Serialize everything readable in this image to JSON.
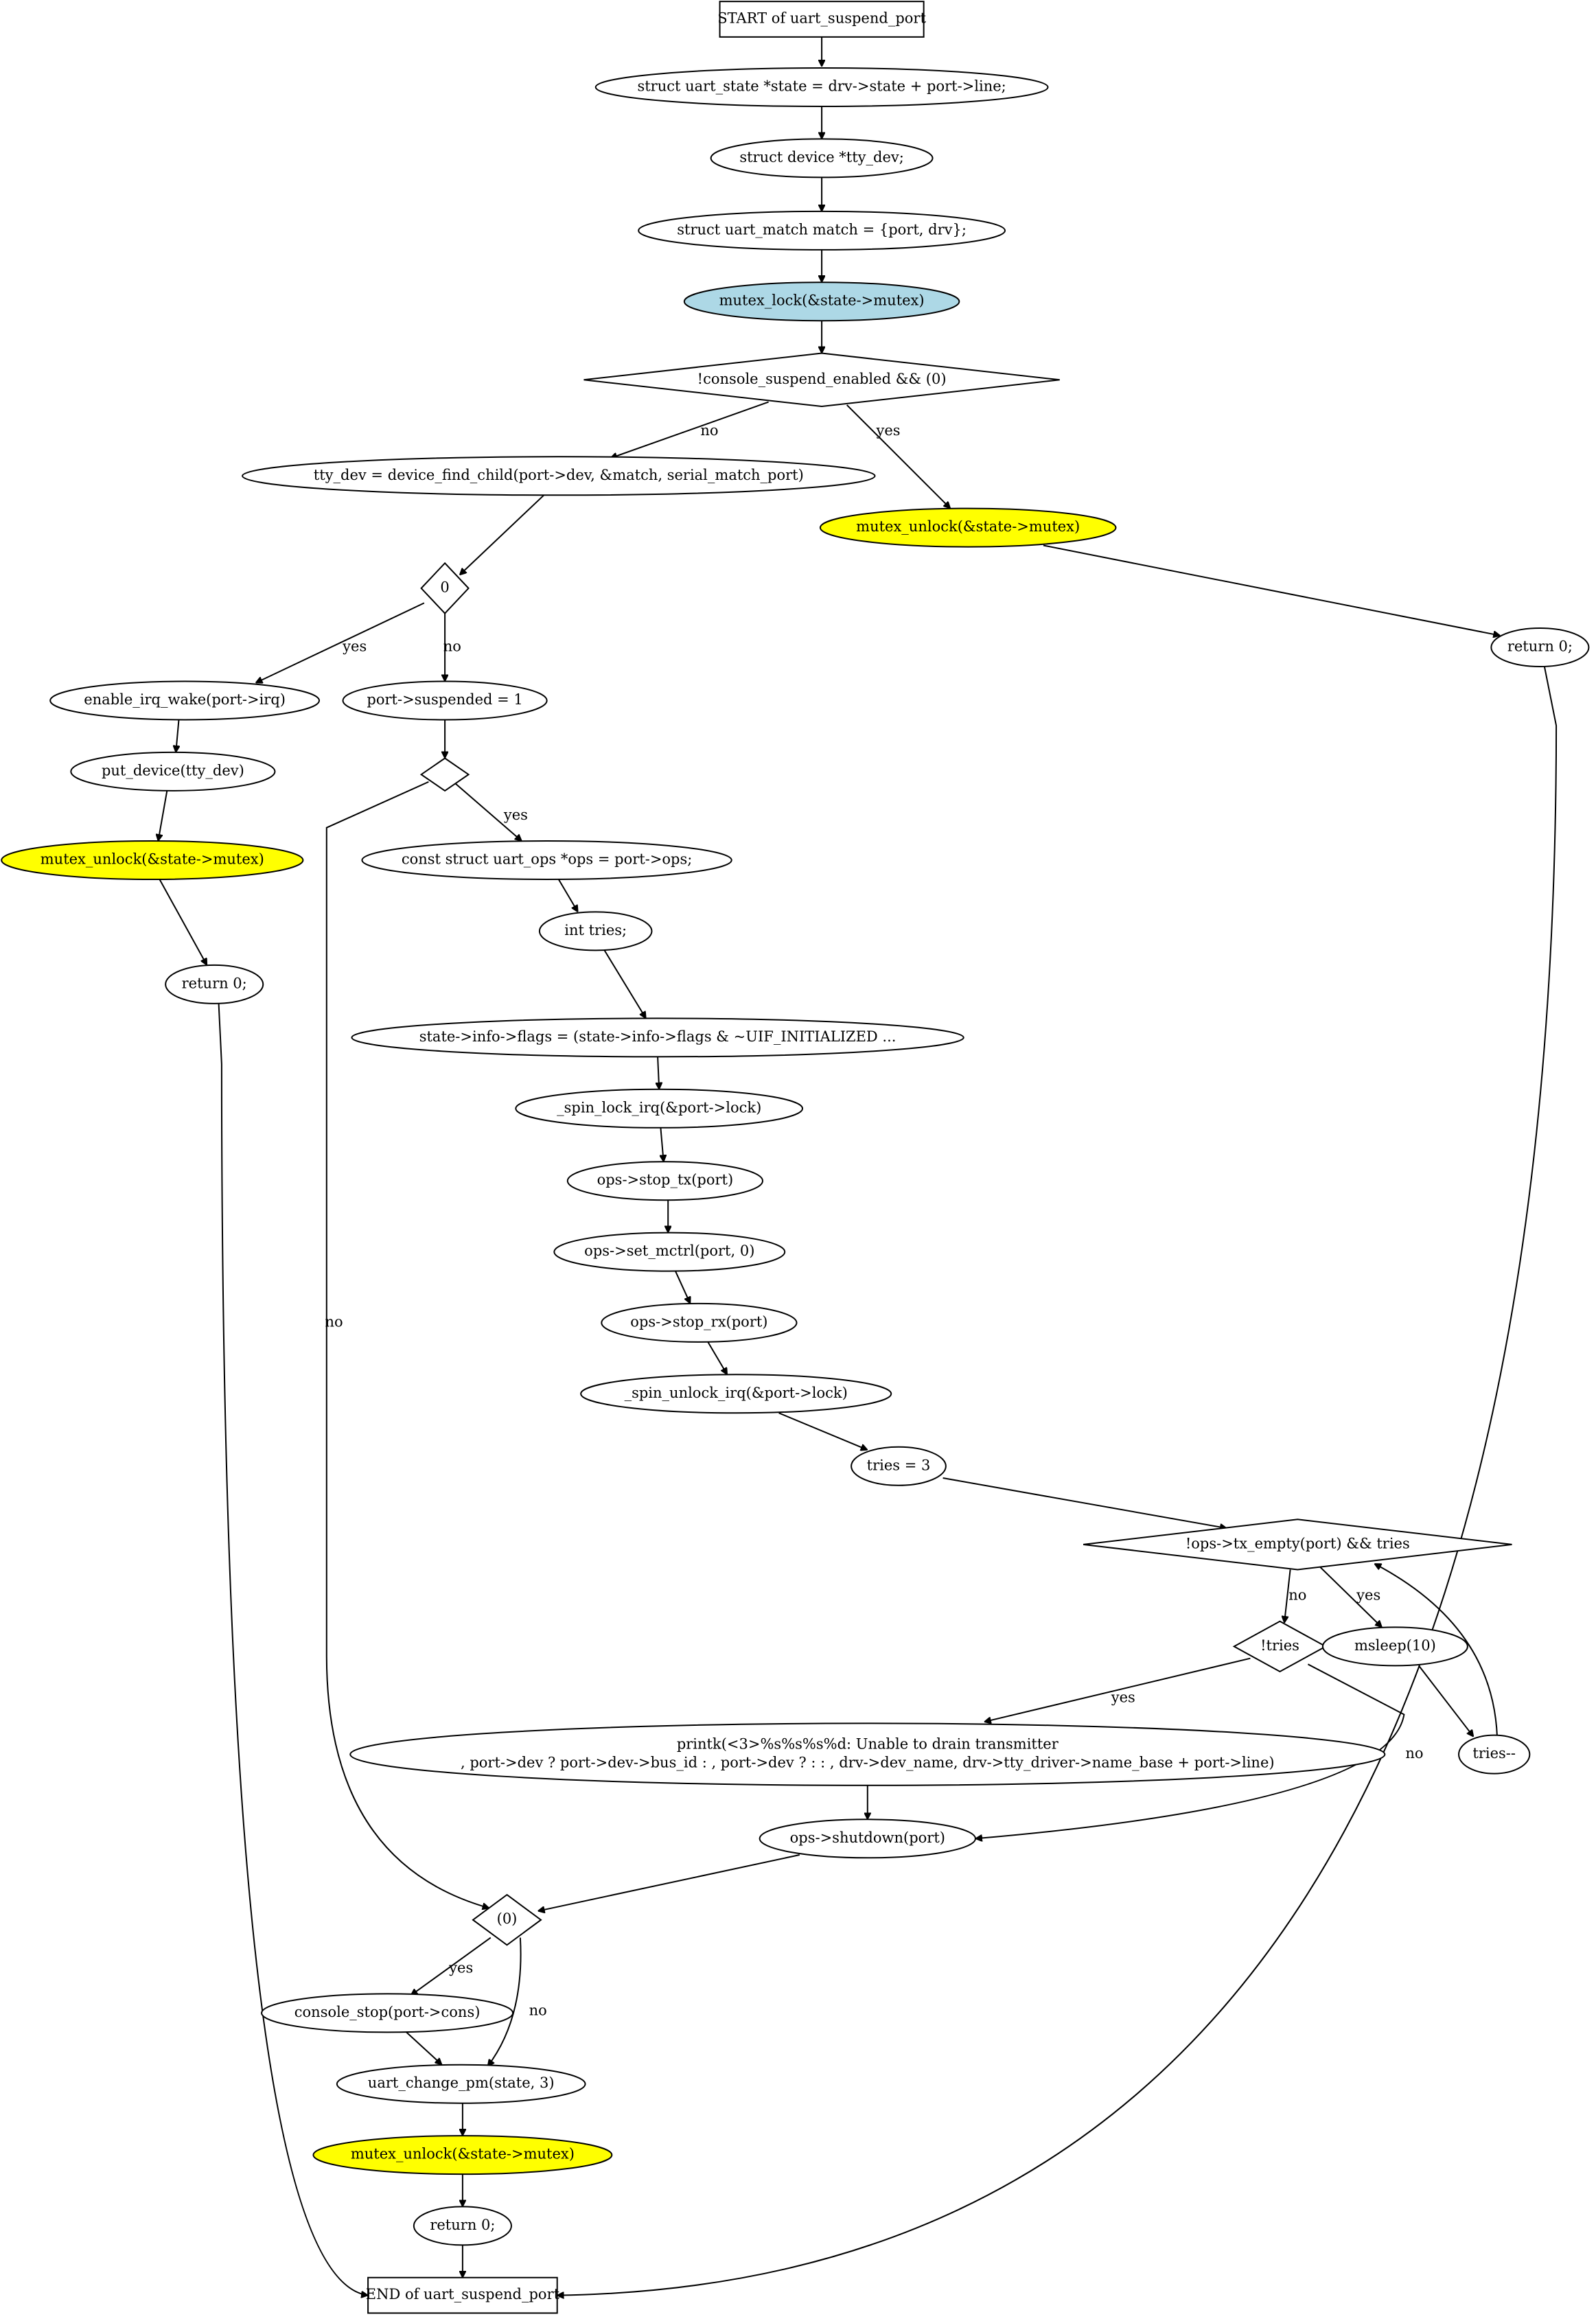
{
  "nodes": [
    {
      "id": "start",
      "shape": "box",
      "label": "START of uart_suspend_port"
    },
    {
      "id": "n1",
      "shape": "ellipse",
      "label": "struct uart_state *state = drv->state + port->line;"
    },
    {
      "id": "n2",
      "shape": "ellipse",
      "label": "struct device *tty_dev;"
    },
    {
      "id": "n3",
      "shape": "ellipse",
      "label": "struct uart_match match = {port, drv};"
    },
    {
      "id": "n4",
      "shape": "ellipse",
      "label": "mutex_lock(&state->mutex)",
      "fill": "#add8e6"
    },
    {
      "id": "d1",
      "shape": "diamond",
      "label": "!console_suspend_enabled && (0)"
    },
    {
      "id": "n5",
      "shape": "ellipse",
      "label": "tty_dev = device_find_child(port->dev, &match, serial_match_port)"
    },
    {
      "id": "n6",
      "shape": "ellipse",
      "label": "mutex_unlock(&state->mutex)",
      "fill": "#ffff00"
    },
    {
      "id": "d2",
      "shape": "diamond",
      "label": "0"
    },
    {
      "id": "r1",
      "shape": "ellipse",
      "label": "return 0;"
    },
    {
      "id": "n7",
      "shape": "ellipse",
      "label": "enable_irq_wake(port->irq)"
    },
    {
      "id": "n8",
      "shape": "ellipse",
      "label": "port->suspended = 1"
    },
    {
      "id": "n9",
      "shape": "ellipse",
      "label": "put_device(tty_dev)"
    },
    {
      "id": "d3",
      "shape": "diamond",
      "label": ""
    },
    {
      "id": "n10",
      "shape": "ellipse",
      "label": "mutex_unlock(&state->mutex)",
      "fill": "#ffff00"
    },
    {
      "id": "n11",
      "shape": "ellipse",
      "label": "const struct uart_ops *ops = port->ops;"
    },
    {
      "id": "r2",
      "shape": "ellipse",
      "label": "return 0;"
    },
    {
      "id": "n12",
      "shape": "ellipse",
      "label": "int tries;"
    },
    {
      "id": "n13",
      "shape": "ellipse",
      "label": "state->info->flags = (state->info->flags & ~UIF_INITIALIZED ..."
    },
    {
      "id": "n14",
      "shape": "ellipse",
      "label": "_spin_lock_irq(&port->lock)"
    },
    {
      "id": "n15",
      "shape": "ellipse",
      "label": "ops->stop_tx(port)"
    },
    {
      "id": "n16",
      "shape": "ellipse",
      "label": "ops->set_mctrl(port, 0)"
    },
    {
      "id": "n17",
      "shape": "ellipse",
      "label": "ops->stop_rx(port)"
    },
    {
      "id": "n18",
      "shape": "ellipse",
      "label": "_spin_unlock_irq(&port->lock)"
    },
    {
      "id": "n19",
      "shape": "ellipse",
      "label": "tries = 3"
    },
    {
      "id": "d4",
      "shape": "diamond",
      "label": "!ops->tx_empty(port) && tries"
    },
    {
      "id": "d5",
      "shape": "diamond",
      "label": "!tries"
    },
    {
      "id": "n20",
      "shape": "ellipse",
      "label": "msleep(10)"
    },
    {
      "id": "n21",
      "shape": "ellipse",
      "label": "printk(<3>%s%s%s%d: Unable to drain transmitter\n, port->dev ? port->dev->bus_id : , port->dev ? : : , drv->dev_name, drv->tty_driver->name_base + port->line)"
    },
    {
      "id": "n22",
      "shape": "ellipse",
      "label": "tries--"
    },
    {
      "id": "n23",
      "shape": "ellipse",
      "label": "ops->shutdown(port)"
    },
    {
      "id": "d6",
      "shape": "diamond",
      "label": "(0)"
    },
    {
      "id": "n24",
      "shape": "ellipse",
      "label": "console_stop(port->cons)"
    },
    {
      "id": "n25",
      "shape": "ellipse",
      "label": "uart_change_pm(state, 3)"
    },
    {
      "id": "n26",
      "shape": "ellipse",
      "label": "mutex_unlock(&state->mutex)",
      "fill": "#ffff00"
    },
    {
      "id": "r3",
      "shape": "ellipse",
      "label": "return 0;"
    },
    {
      "id": "end",
      "shape": "box",
      "label": "END of uart_suspend_port"
    }
  ],
  "edges": [
    {
      "from": "start",
      "to": "n1",
      "label": ""
    },
    {
      "from": "n1",
      "to": "n2",
      "label": ""
    },
    {
      "from": "n2",
      "to": "n3",
      "label": ""
    },
    {
      "from": "n3",
      "to": "n4",
      "label": ""
    },
    {
      "from": "n4",
      "to": "d1",
      "label": ""
    },
    {
      "from": "d1",
      "to": "n5",
      "label": "no"
    },
    {
      "from": "d1",
      "to": "n6",
      "label": "yes"
    },
    {
      "from": "n5",
      "to": "d2",
      "label": ""
    },
    {
      "from": "n6",
      "to": "r1",
      "label": ""
    },
    {
      "from": "d2",
      "to": "n7",
      "label": "yes"
    },
    {
      "from": "d2",
      "to": "n8",
      "label": "no"
    },
    {
      "from": "r1",
      "to": "end",
      "label": ""
    },
    {
      "from": "n7",
      "to": "n9",
      "label": ""
    },
    {
      "from": "n8",
      "to": "d3",
      "label": ""
    },
    {
      "from": "n9",
      "to": "n10",
      "label": ""
    },
    {
      "from": "d3",
      "to": "n11",
      "label": "yes"
    },
    {
      "from": "d3",
      "to": "d6",
      "label": "no"
    },
    {
      "from": "n10",
      "to": "r2",
      "label": ""
    },
    {
      "from": "n11",
      "to": "n12",
      "label": ""
    },
    {
      "from": "r2",
      "to": "end",
      "label": ""
    },
    {
      "from": "n12",
      "to": "n13",
      "label": ""
    },
    {
      "from": "n13",
      "to": "n14",
      "label": ""
    },
    {
      "from": "n14",
      "to": "n15",
      "label": ""
    },
    {
      "from": "n15",
      "to": "n16",
      "label": ""
    },
    {
      "from": "n16",
      "to": "n17",
      "label": ""
    },
    {
      "from": "n17",
      "to": "n18",
      "label": ""
    },
    {
      "from": "n18",
      "to": "n19",
      "label": ""
    },
    {
      "from": "n19",
      "to": "d4",
      "label": ""
    },
    {
      "from": "d4",
      "to": "d5",
      "label": "no"
    },
    {
      "from": "d4",
      "to": "n20",
      "label": "yes"
    },
    {
      "from": "d5",
      "to": "n21",
      "label": "yes"
    },
    {
      "from": "d5",
      "to": "n23",
      "label": "no"
    },
    {
      "from": "n20",
      "to": "n22",
      "label": ""
    },
    {
      "from": "n21",
      "to": "n23",
      "label": ""
    },
    {
      "from": "n22",
      "to": "d4",
      "label": ""
    },
    {
      "from": "n23",
      "to": "d6",
      "label": ""
    },
    {
      "from": "d6",
      "to": "n24",
      "label": "yes"
    },
    {
      "from": "d6",
      "to": "n25",
      "label": "no"
    },
    {
      "from": "n24",
      "to": "n25",
      "label": ""
    },
    {
      "from": "n25",
      "to": "n26",
      "label": ""
    },
    {
      "from": "n26",
      "to": "r3",
      "label": ""
    },
    {
      "from": "r3",
      "to": "end",
      "label": ""
    }
  ]
}
